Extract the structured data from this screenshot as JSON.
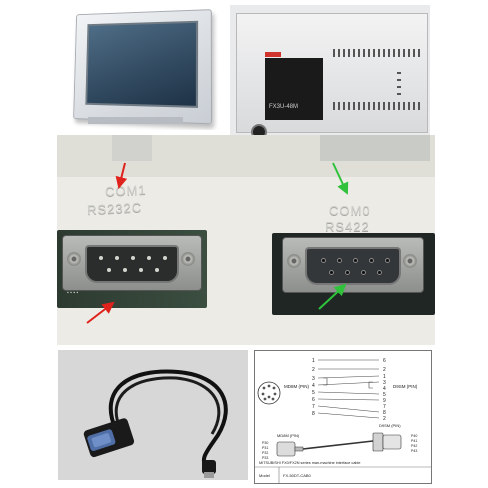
{
  "hmi_photo": {
    "alt": ""
  },
  "plc_photo": {
    "model_text": "FX3U-48M"
  },
  "ports_photo": {
    "left_port_label_line1": "COM1",
    "left_port_label_line2": "RS232C",
    "right_port_label_line1": "COM0",
    "right_port_label_line2": "RS422",
    "arrow_colors": {
      "red": "#e0221c",
      "green": "#2fc23a"
    }
  },
  "cable_photo": {
    "alt": ""
  },
  "diagram": {
    "left_connector": "MD8M (PIN)",
    "right_connector": "D9SM (PIN)",
    "left_pins": [
      "1",
      "2",
      "3",
      "4",
      "5",
      "6",
      "7",
      "8"
    ],
    "right_pins": [
      "6",
      "2",
      "1",
      "3",
      "4",
      "5",
      "9",
      "7",
      "8",
      "2"
    ],
    "bottom_left_label": "MD8M (PIN)",
    "bottom_right_label": "D9SM (PIN)",
    "left_signals": [
      "P30",
      "P31",
      "P32",
      "P33"
    ],
    "right_signals": [
      "P40",
      "P41",
      "P42",
      "P43"
    ],
    "caption": "MITSUBISHI FX0/FX2N series man-machine interface cable",
    "model_label": "Model",
    "model_value": "FX-50DT-CAB0"
  }
}
